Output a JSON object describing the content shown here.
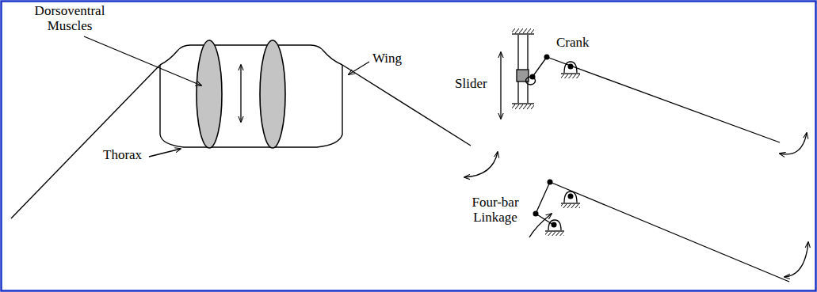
{
  "diagram": {
    "labels": [
      "Dorsoventral Muscles",
      "Wing",
      "Thorax",
      "Crank",
      "Slider",
      "Four-bar Linkage"
    ]
  }
}
